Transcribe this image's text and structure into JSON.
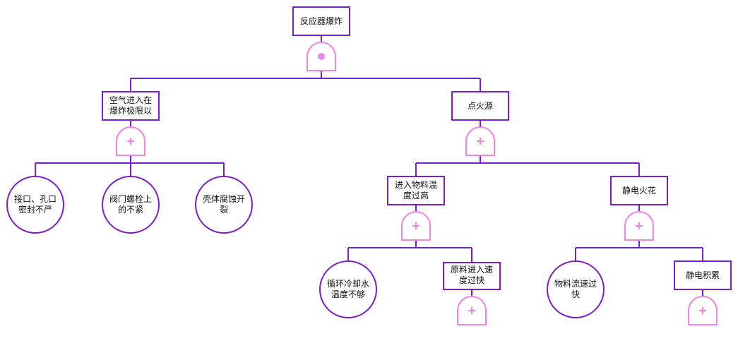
{
  "diagram": {
    "top_event": "反应器爆炸",
    "top_gate": "and",
    "left_event": {
      "lines": [
        "空气进入在",
        "爆炸极限以"
      ]
    },
    "left_gate": "or",
    "left_basic": [
      {
        "lines": [
          "接口、孔口",
          "密封不严"
        ]
      },
      {
        "lines": [
          "阀门螺栓上",
          "的不紧"
        ]
      },
      {
        "lines": [
          "壳体腐蚀开",
          "裂"
        ]
      }
    ],
    "right_event": {
      "lines": [
        "点火源"
      ]
    },
    "right_gate": "or",
    "temp_event": {
      "lines": [
        "进入物料温",
        "度过高"
      ]
    },
    "temp_gate": "or",
    "temp_basic": {
      "lines": [
        "循环冷却水",
        "温度不够"
      ]
    },
    "feed_event": {
      "lines": [
        "原料进入速",
        "度过快"
      ]
    },
    "feed_gate": "or",
    "static_event": {
      "lines": [
        "静电火花"
      ]
    },
    "static_gate": "or",
    "static_basic": {
      "lines": [
        "物料流速过",
        "快"
      ]
    },
    "static_accum_event": {
      "lines": [
        "静电积累"
      ]
    },
    "static_accum_gate": "or"
  },
  "colors": {
    "line": "#7a1fc9",
    "gate": "#ee86e6"
  }
}
